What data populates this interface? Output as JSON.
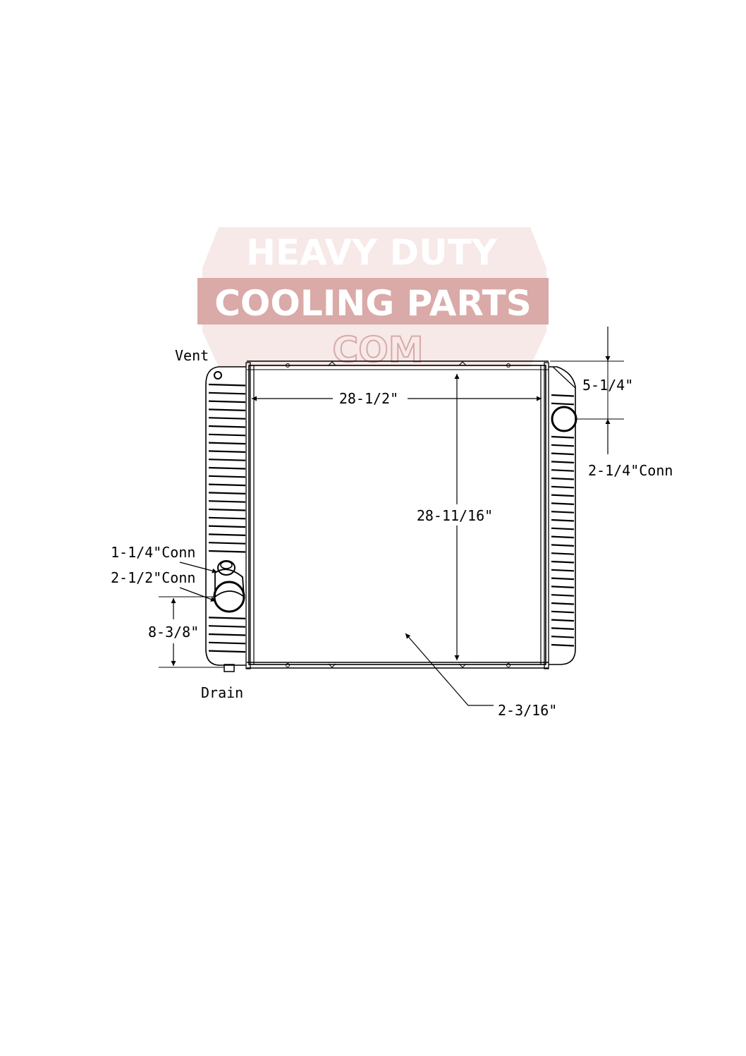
{
  "watermark": {
    "lines": [
      "HEAVY DUTY",
      "COOLING PARTS",
      "COM"
    ],
    "color": "#d9aaa8"
  },
  "labels": {
    "vent": "Vent",
    "drain": "Drain",
    "core_width": "28-1/2\"",
    "core_height": "28-11/16\"",
    "core_thickness": "2-3/16\"",
    "outlet_offset": "5-1/4\"",
    "outlet_conn": "2-1/4\"Conn",
    "small_inlet_conn": "1-1/4\"Conn",
    "inlet_conn": "2-1/2\"Conn",
    "inlet_offset": "8-3/8\""
  },
  "colors": {
    "line": "#000000",
    "background": "#ffffff"
  }
}
